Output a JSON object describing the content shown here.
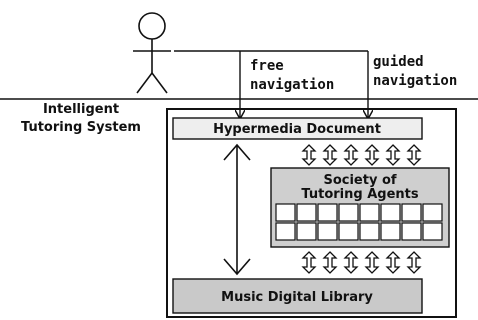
{
  "labels": {
    "free_1": "free",
    "free_2": "navigation",
    "guided_1": "guided",
    "guided_2": "navigation",
    "system_1": "Intelligent",
    "system_2": "Tutoring System",
    "hypermedia": "Hypermedia Document",
    "agents_1": "Society of",
    "agents_2": "Tutoring Agents",
    "library": "Music Digital Library"
  },
  "colors": {
    "stroke": "#111111",
    "hypermedia_fill": "#eeeeee",
    "agents_fill": "#cfcfcf",
    "library_fill": "#c9c9c9",
    "cell_fill": "#ffffff"
  },
  "agent_grid": {
    "rows": 2,
    "cols": 8
  },
  "arrow_rows": {
    "count": 6
  }
}
